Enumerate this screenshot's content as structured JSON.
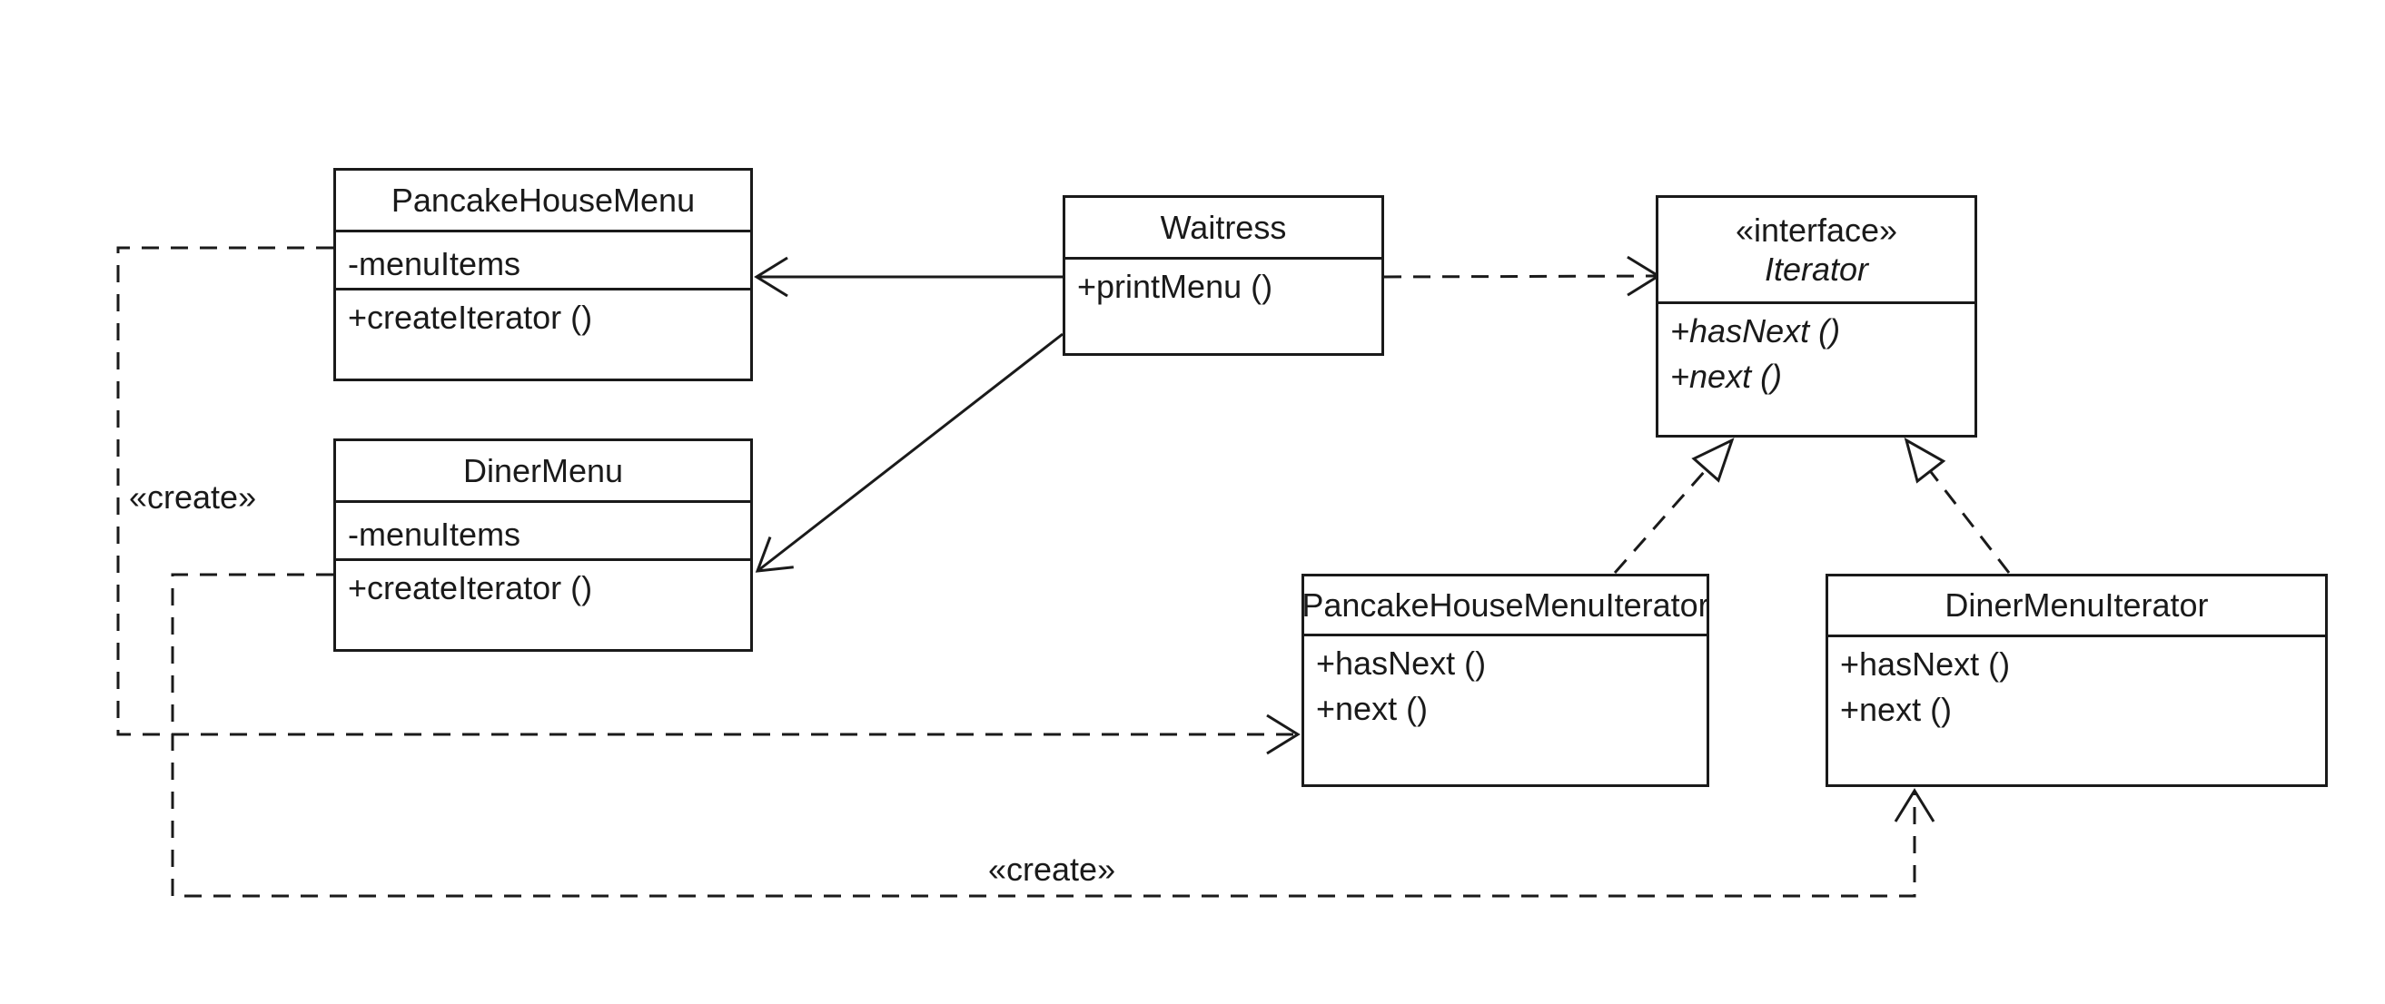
{
  "classes": {
    "pancakeHouseMenu": {
      "name": "PancakeHouseMenu",
      "attributes": [
        "-menuItems"
      ],
      "methods": [
        "+createIterator ()"
      ]
    },
    "dinerMenu": {
      "name": "DinerMenu",
      "attributes": [
        "-menuItems"
      ],
      "methods": [
        "+createIterator ()"
      ]
    },
    "waitress": {
      "name": "Waitress",
      "methods": [
        "+printMenu ()"
      ]
    },
    "iterator": {
      "stereotype": "«interface»",
      "name": "Iterator",
      "methods": [
        "+hasNext ()",
        "+next ()"
      ]
    },
    "pancakeHouseMenuIterator": {
      "name": "PancakeHouseMenuIterator",
      "methods": [
        "+hasNext ()",
        "+next ()"
      ]
    },
    "dinerMenuIterator": {
      "name": "DinerMenuIterator",
      "methods": [
        "+hasNext ()",
        "+next ()"
      ]
    }
  },
  "labels": {
    "createLeft": "«create»",
    "createBottom": "«create»"
  },
  "relationships": [
    {
      "type": "association",
      "from": "Waitress",
      "to": "PancakeHouseMenu",
      "style": "solid-open-arrow"
    },
    {
      "type": "association",
      "from": "Waitress",
      "to": "DinerMenu",
      "style": "solid-open-arrow"
    },
    {
      "type": "dependency",
      "from": "Waitress",
      "to": "Iterator",
      "style": "dashed-open-arrow"
    },
    {
      "type": "realization",
      "from": "PancakeHouseMenuIterator",
      "to": "Iterator",
      "style": "dashed-hollow-triangle"
    },
    {
      "type": "realization",
      "from": "DinerMenuIterator",
      "to": "Iterator",
      "style": "dashed-hollow-triangle"
    },
    {
      "type": "dependency",
      "from": "PancakeHouseMenu",
      "to": "PancakeHouseMenuIterator",
      "label": "«create»",
      "style": "dashed-open-arrow"
    },
    {
      "type": "dependency",
      "from": "DinerMenu",
      "to": "DinerMenuIterator",
      "label": "«create»",
      "style": "dashed-open-arrow"
    }
  ],
  "colors": {
    "line": "#1a1a1a",
    "background": "#ffffff"
  }
}
